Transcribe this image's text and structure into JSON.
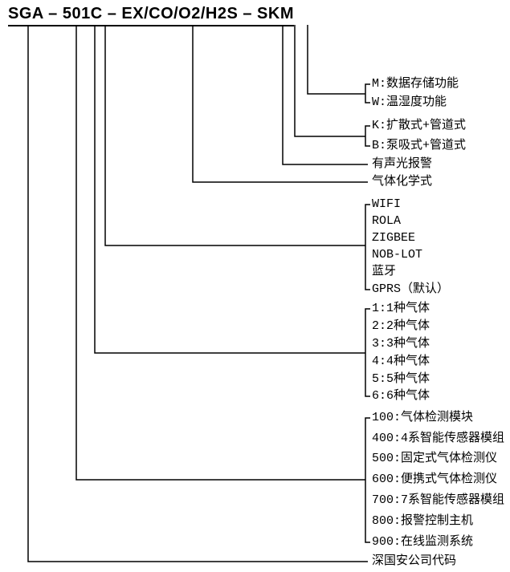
{
  "title": {
    "model_code": "SGA – 501C – EX/CO/O2/H2S – SKM"
  },
  "diagram": {
    "groups": [
      {
        "name": "storage-function",
        "items": [
          "M:数据存储功能",
          "W:温湿度功能"
        ]
      },
      {
        "name": "sampling-mode",
        "items": [
          "K:扩散式+管道式",
          "B:泵吸式+管道式"
        ]
      },
      {
        "name": "alarm",
        "items": [
          "有声光报警"
        ]
      },
      {
        "name": "gas-chemical-formula",
        "items": [
          "气体化学式"
        ]
      },
      {
        "name": "communication",
        "items": [
          "WIFI",
          "ROLA",
          "ZIGBEE",
          "NOB-LOT",
          "蓝牙",
          "GPRS（默认）"
        ]
      },
      {
        "name": "gas-count",
        "items": [
          "1:1种气体",
          "2:2种气体",
          "3:3种气体",
          "4:4种气体",
          "5:5种气体",
          "6:6种气体"
        ]
      },
      {
        "name": "product-series",
        "items": [
          "100:气体检测模块",
          "400:4系智能传感器模组",
          "500:固定式气体检测仪",
          "600:便携式气体检测仪",
          "700:7系智能传感器模组",
          "800:报警控制主机",
          "900:在线监测系统"
        ]
      },
      {
        "name": "company-code",
        "items": [
          "深国安公司代码"
        ]
      }
    ],
    "line_color": "#000000"
  }
}
